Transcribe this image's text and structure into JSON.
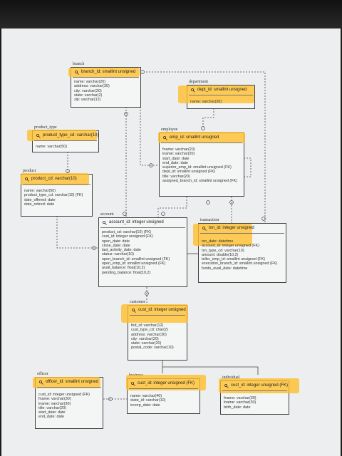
{
  "entities": {
    "branch": {
      "name": "branch",
      "pk": "branch_id: smallint unsigned",
      "attrs": [
        "name: varchar(20)",
        "address: varchar(30)",
        "city: varchar(20)",
        "state: varchar(2)",
        "zip: varchar(12)"
      ]
    },
    "department": {
      "name": "department",
      "pk": "dept_id: smallint unsigned",
      "attrs": [
        "name: varchar(20)"
      ]
    },
    "product_type": {
      "name": "product_type",
      "pk": "product_type_cd: varchar(10)",
      "attrs": [
        "name: varchar(50)"
      ]
    },
    "employee": {
      "name": "employee",
      "pk": "emp_id: smallint unsigned",
      "attrs": [
        "fname: varchar(20)",
        "lname: varchar(20)",
        "start_date: date",
        "end_date: date",
        "superior_emp_id: smallint unsigned (FK)",
        "dept_id: smallint unsigned (FK)",
        "title: varchar(20)",
        "assigned_branch_id: smallint unsigned (FK)"
      ]
    },
    "product": {
      "name": "product",
      "pk": "product_cd: varchar(10)",
      "attrs": [
        "name: varchar(50)",
        "product_type_cd: varchar(10) (FK)",
        "date_offered: date",
        "date_retired: date"
      ]
    },
    "account": {
      "name": "account",
      "pk": "account_id: integer unsigned",
      "attrs": [
        "product_cd: varchar(10) (FK)",
        "cust_id: integer unsigned (FK)",
        "open_date: date",
        "close_date: date",
        "last_activity_date: date",
        "status: varchar(10)",
        "open_branch_id: smallint unsigned (FK)",
        "open_emp_id: smallint unsigned (FK)",
        "avail_balance: float(10,2)",
        "pending_balance: float(10,2)"
      ]
    },
    "transaction": {
      "name": "transaction",
      "pk": "txn_id: integer unsigned",
      "attrs": [
        "txn_date: datetime",
        "account_id: integer unsigned (FK)",
        "txn_type_cd: varchar(10)",
        "amount: double(10,2)",
        "teller_emp_id: smallint unsigned (FK)",
        "execution_branch_id: smallint unsigned (FK)",
        "funds_avail_date: datetime"
      ]
    },
    "customer": {
      "name": "customer",
      "pk": "cust_id: integer unsigned",
      "attrs": [
        "fed_id: varchar(12)",
        "cust_type_cd: char(2)",
        "address: varchar(30)",
        "city: varchar(20)",
        "state: varchar(20)",
        "postal_code: varchar(10)"
      ]
    },
    "officer": {
      "name": "officer",
      "pk": "officer_id: smallint unsigned",
      "attrs": [
        "cust_id: integer unsigned (FK)",
        "fname: varchar(30)",
        "lname: varchar(30)",
        "title: varchar(20)",
        "start_date: date",
        "end_date: date"
      ]
    },
    "business": {
      "name": "business",
      "pk": "cust_id: integer unsigned (FK)",
      "attrs": [
        "name: varchar(40)",
        "state_id: varchar(10)",
        "incorp_date: date"
      ]
    },
    "individual": {
      "name": "individual",
      "pk": "cust_id: integer unsigned (FK)",
      "attrs": [
        "fname: varchar(30)",
        "lname: varchar(30)",
        "birth_date: date"
      ]
    }
  },
  "colors": {
    "highlight": "#ffbe28",
    "line": "#444444",
    "paper": "#eceeef"
  }
}
